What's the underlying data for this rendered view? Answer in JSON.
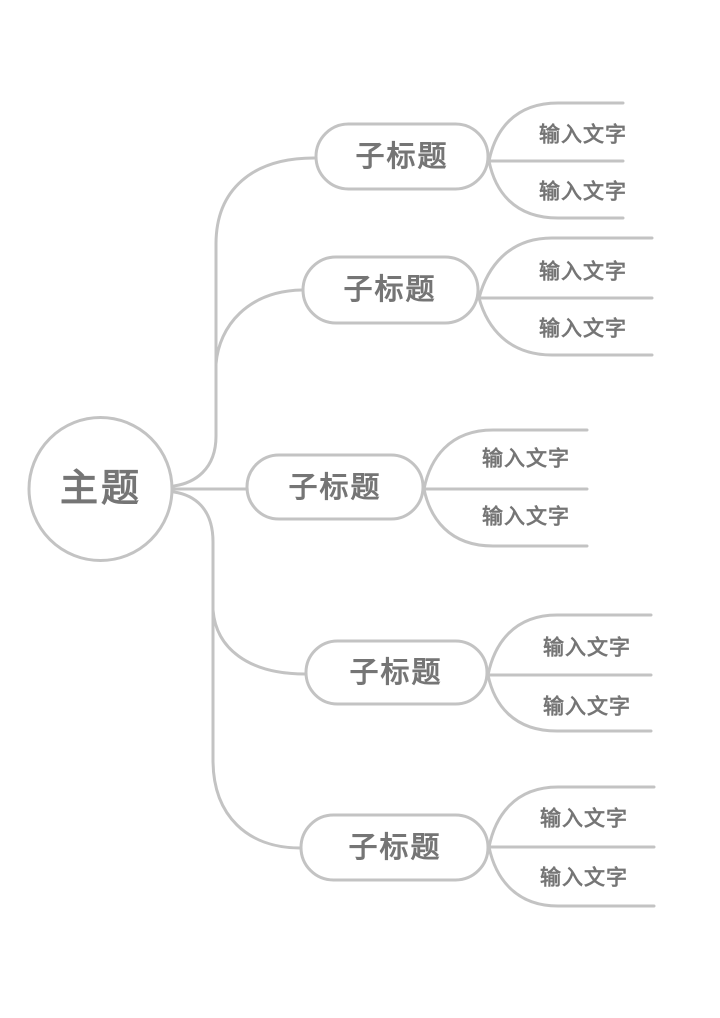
{
  "mindmap": {
    "root": {
      "label": "主题"
    },
    "branches": [
      {
        "label": "子标题",
        "children": [
          {
            "label": "输入文字"
          },
          {
            "label": "输入文字"
          }
        ]
      },
      {
        "label": "子标题",
        "children": [
          {
            "label": "输入文字"
          },
          {
            "label": "输入文字"
          }
        ]
      },
      {
        "label": "子标题",
        "children": [
          {
            "label": "输入文字"
          },
          {
            "label": "输入文字"
          }
        ]
      },
      {
        "label": "子标题",
        "children": [
          {
            "label": "输入文字"
          },
          {
            "label": "输入文字"
          }
        ]
      },
      {
        "label": "子标题",
        "children": [
          {
            "label": "输入文字"
          },
          {
            "label": "输入文字"
          }
        ]
      }
    ],
    "colors": {
      "line": "#c3c3c3",
      "text": "#757575",
      "background": "#ffffff"
    }
  }
}
